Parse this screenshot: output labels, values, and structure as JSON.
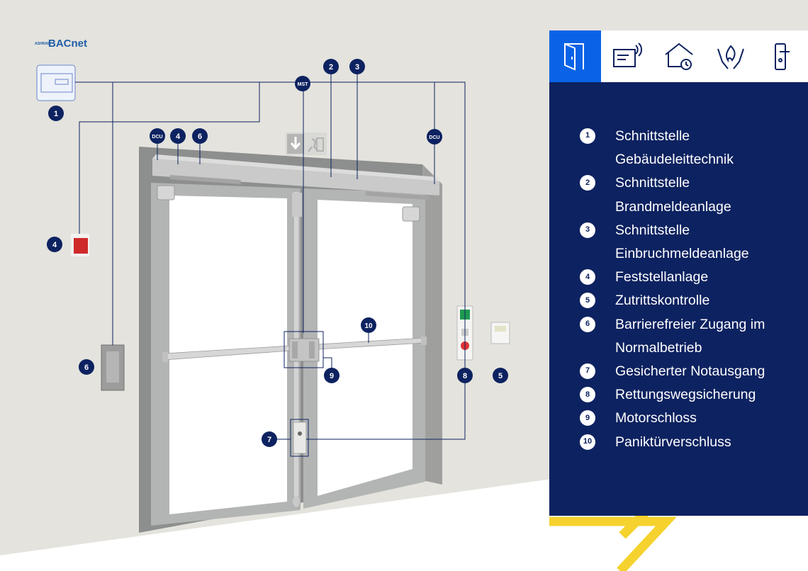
{
  "logo": {
    "text": "BACnet",
    "small": "ASHRAE"
  },
  "tabs": [
    {
      "icon": "door-icon",
      "active": true
    },
    {
      "icon": "card-reader-icon",
      "active": false
    },
    {
      "icon": "building-security-icon",
      "active": false
    },
    {
      "icon": "hands-fire-icon",
      "active": false
    },
    {
      "icon": "door-handle-icon",
      "active": false
    }
  ],
  "badges": {
    "b1": "1",
    "b2": "2",
    "b3": "3",
    "b4": "4",
    "b4b": "4",
    "b5": "5",
    "b6": "6",
    "b6b": "6",
    "b7": "7",
    "b8": "8",
    "b9": "9",
    "b10": "10",
    "mst": "MST",
    "dcu1": "DCU",
    "dcu2": "DCU"
  },
  "legend": [
    {
      "num": "1",
      "text": "Schnittstelle Gebäudeleittechnik"
    },
    {
      "num": "2",
      "text": "Schnittstelle Brandmeldeanlage"
    },
    {
      "num": "3",
      "text": "Schnittstelle Einbruchmeldeanlage"
    },
    {
      "num": "4",
      "text": "Feststellanlage"
    },
    {
      "num": "5",
      "text": "Zutrittskontrolle"
    },
    {
      "num": "6",
      "text": "Barrierefreier Zugang im Normalbetrieb"
    },
    {
      "num": "7",
      "text": "Gesicherter Notausgang"
    },
    {
      "num": "8",
      "text": "Rettungswegsicherung"
    },
    {
      "num": "9",
      "text": "Motorschloss"
    },
    {
      "num": "10",
      "text": "Paniktürverschluss"
    }
  ],
  "colors": {
    "navy": "#0d2260",
    "blue": "#0a63e6",
    "yellow": "#f5d22e",
    "wall": "#e4e3dd"
  }
}
